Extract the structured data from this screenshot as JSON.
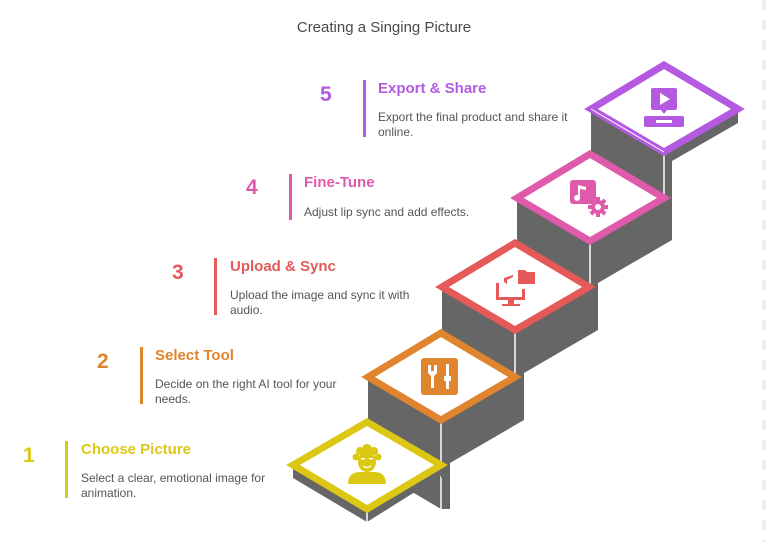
{
  "title": "Creating a Singing Picture",
  "steps": [
    {
      "number": "1",
      "heading": "Choose Picture",
      "description": "Select a clear, emotional image for animation.",
      "icon": "person-icon",
      "color": "#dcc814"
    },
    {
      "number": "2",
      "heading": "Select Tool",
      "description": "Decide on the right AI tool for your needs.",
      "icon": "tools-icon",
      "color": "#e0852e"
    },
    {
      "number": "3",
      "heading": "Upload & Sync",
      "description": "Upload the image and sync it with audio.",
      "icon": "upload-computer-icon",
      "color": "#e55a58"
    },
    {
      "number": "4",
      "heading": "Fine-Tune",
      "description": "Adjust lip sync and add effects.",
      "icon": "music-settings-icon",
      "color": "#e05aab"
    },
    {
      "number": "5",
      "heading": "Export & Share",
      "description": "Export the final product and share it online.",
      "icon": "video-export-icon",
      "color": "#b35ae0"
    }
  ],
  "colors": {
    "stair_side": "#666666",
    "background": "#ffffff",
    "title": "#4a4a4a",
    "description": "#555555"
  }
}
